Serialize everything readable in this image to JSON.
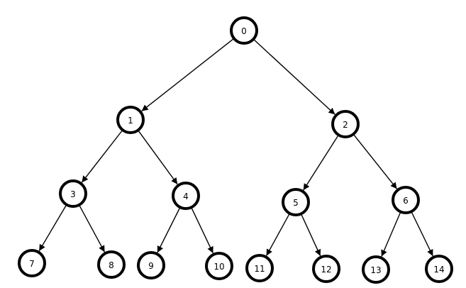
{
  "tree": {
    "nodes": [
      {
        "id": 0,
        "label": "0"
      },
      {
        "id": 1,
        "label": "1"
      },
      {
        "id": 2,
        "label": "2"
      },
      {
        "id": 3,
        "label": "3"
      },
      {
        "id": 4,
        "label": "4"
      },
      {
        "id": 5,
        "label": "5"
      },
      {
        "id": 6,
        "label": "6"
      },
      {
        "id": 7,
        "label": "7"
      },
      {
        "id": 8,
        "label": "8"
      },
      {
        "id": 9,
        "label": "9"
      },
      {
        "id": 10,
        "label": "10"
      },
      {
        "id": 11,
        "label": "11"
      },
      {
        "id": 12,
        "label": "12"
      },
      {
        "id": 13,
        "label": "13"
      },
      {
        "id": 14,
        "label": "14"
      }
    ],
    "edges": [
      {
        "from": 0,
        "to": 1
      },
      {
        "from": 0,
        "to": 2
      },
      {
        "from": 1,
        "to": 3
      },
      {
        "from": 1,
        "to": 4
      },
      {
        "from": 2,
        "to": 5
      },
      {
        "from": 2,
        "to": 6
      },
      {
        "from": 3,
        "to": 7
      },
      {
        "from": 3,
        "to": 8
      },
      {
        "from": 4,
        "to": 9
      },
      {
        "from": 4,
        "to": 10
      },
      {
        "from": 5,
        "to": 11
      },
      {
        "from": 5,
        "to": 12
      },
      {
        "from": 6,
        "to": 13
      },
      {
        "from": 6,
        "to": 14
      }
    ]
  }
}
